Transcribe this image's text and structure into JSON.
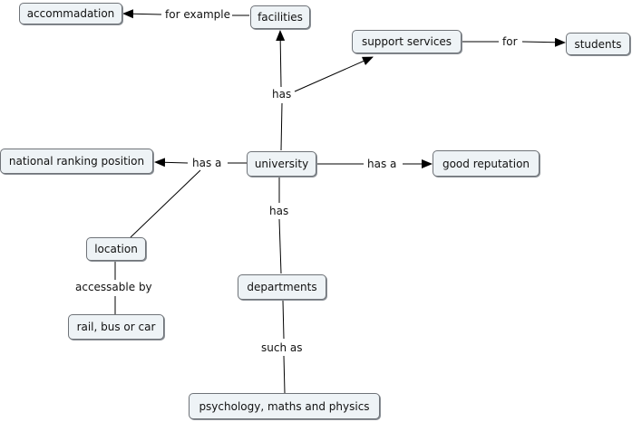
{
  "nodes": {
    "accommodation": "accommadation",
    "facilities": "facilities",
    "support_services": "support services",
    "students": "students",
    "national_ranking": "national ranking position",
    "university": "university",
    "good_reputation": "good reputation",
    "location": "location",
    "rail_bus_car": "rail, bus or car",
    "departments": "departments",
    "subjects": "psychology, maths and physics"
  },
  "link_labels": {
    "for_example": "for example",
    "for": "for",
    "has_top": "has",
    "has_a_left": "has a",
    "has_a_right": "has a",
    "has_bottom": "has",
    "accessable_by": "accessable by",
    "such_as": "such as"
  },
  "colors": {
    "node_fill": "#eef3f6",
    "node_border": "#6f7378",
    "line": "#000000"
  }
}
